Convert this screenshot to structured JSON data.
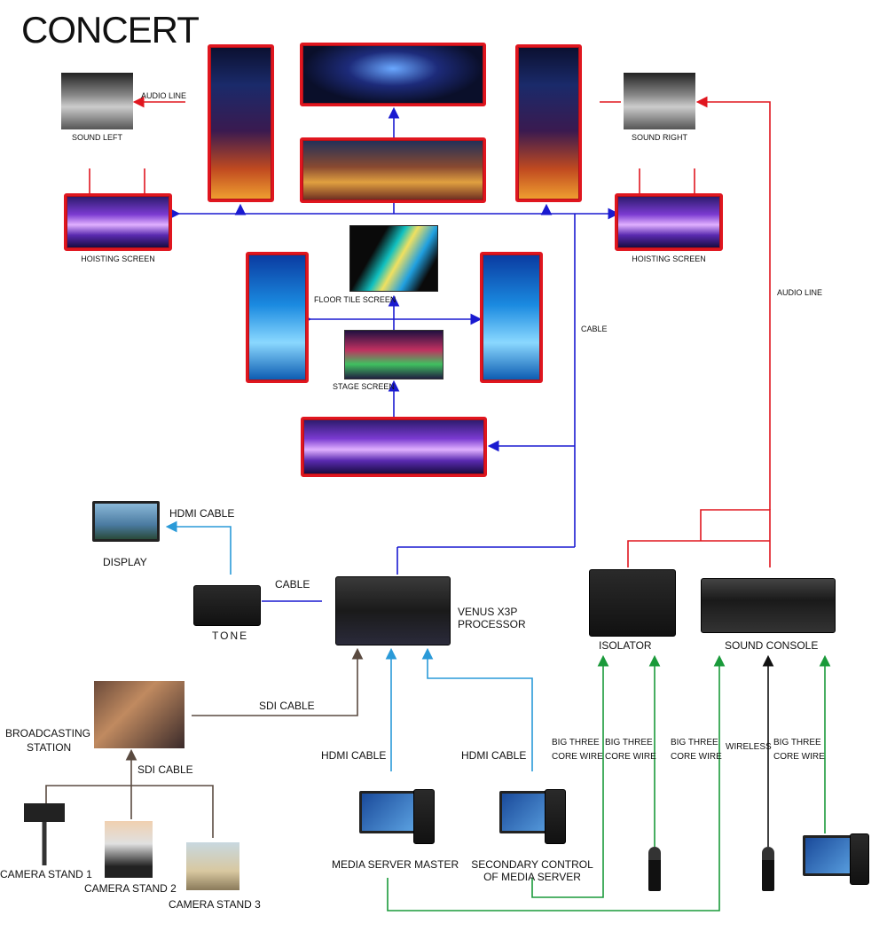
{
  "title": "CONCERT",
  "labels": {
    "audio_line_left": "AUDIO LINE",
    "sound_left": "SOUND LEFT",
    "sound_right": "SOUND RIGHT",
    "hoisting_screen_left": "HOISTING SCREEN",
    "hoisting_screen_right": "HOISTING SCREEN",
    "floor_tile_screen": "FLOOR TILE SCREEN",
    "stage_screen": "STAGE SCREEN",
    "cable_right": "CABLE",
    "audio_line_right": "AUDIO LINE",
    "hdmi_cable_display": "HDMI CABLE",
    "display": "DISPLAY",
    "cable_tone": "CABLE",
    "tone": "TONE",
    "processor_line1": "VENUS X3P",
    "processor_line2": "PROCESSOR",
    "isolator": "ISOLATOR",
    "sound_console": "SOUND CONSOLE",
    "sdi_cable_top": "SDI CABLE",
    "broadcasting_line1": "BROADCASTING",
    "broadcasting_line2": "STATION",
    "sdi_cable_bottom": "SDI CABLE",
    "hdmi_cable_master": "HDMI CABLE",
    "hdmi_cable_secondary": "HDMI CABLE",
    "big_three_1a": "BIG THREE",
    "big_three_1b": "CORE WIRE",
    "big_three_2a": "BIG THREE",
    "big_three_2b": "CORE WIRE",
    "big_three_3a": "BIG THREE",
    "big_three_3b": "CORE WIRE",
    "wireless": "WIRELESS",
    "big_three_4a": "BIG THREE",
    "big_three_4b": "CORE WIRE",
    "camera_stand_1": "CAMERA STAND 1",
    "camera_stand_2": "CAMERA STAND 2",
    "camera_stand_3": "CAMERA STAND 3",
    "media_server_master": "MEDIA SERVER MASTER",
    "secondary_line1": "SECONDARY CONTROL",
    "secondary_line2": "OF MEDIA SERVER"
  },
  "colors": {
    "video_line": "#1a1ad0",
    "audio_line": "#e0161f",
    "hdmi_line": "#2a9ad8",
    "sdi_line": "#5a4a40",
    "core_wire": "#1a9a3a",
    "wireless_line": "#111111"
  }
}
